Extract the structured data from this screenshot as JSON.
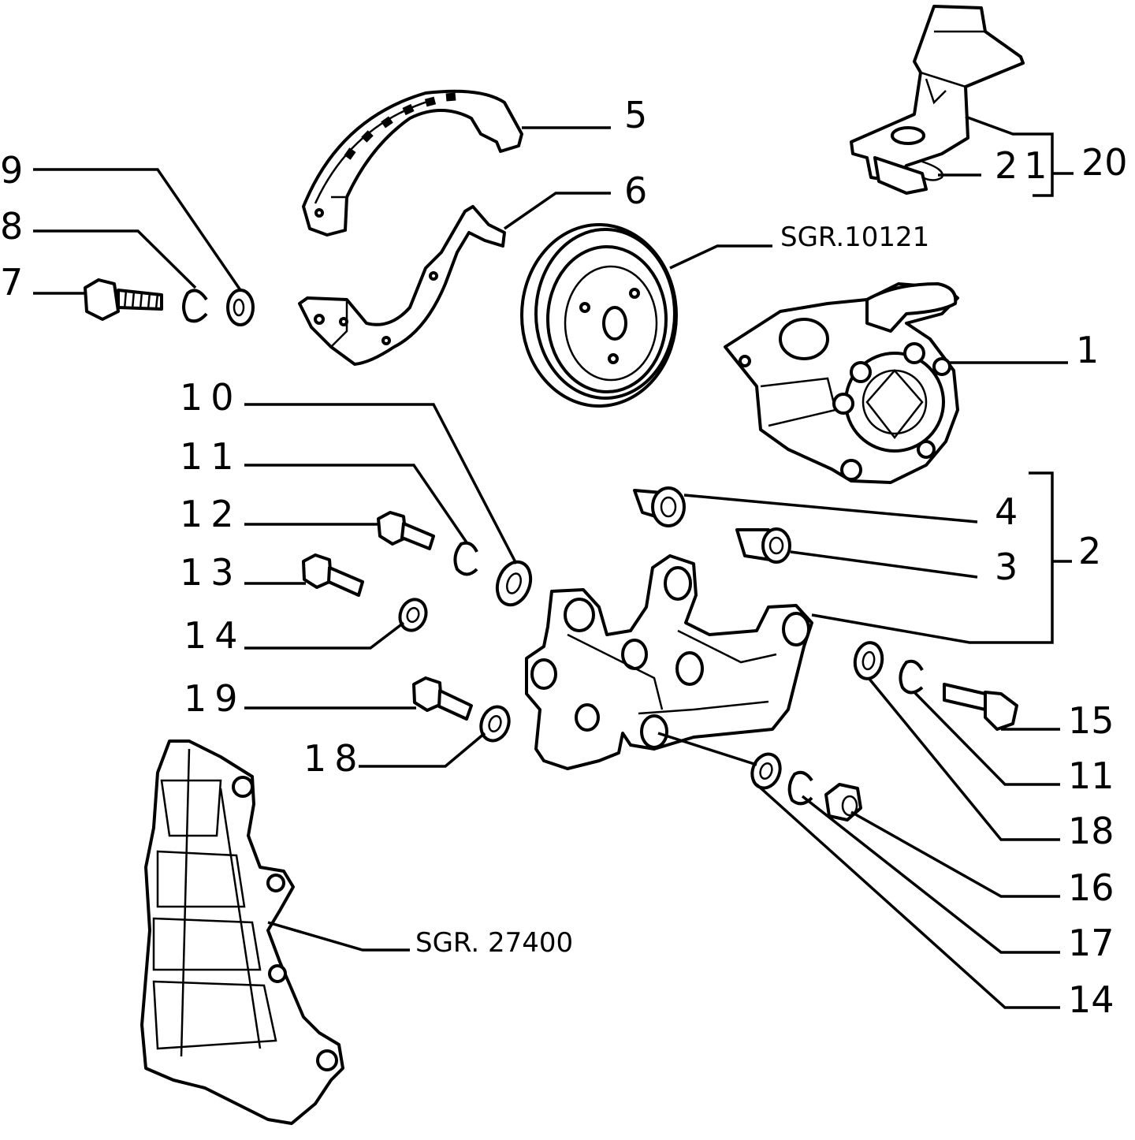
{
  "labels": {
    "p1": "1",
    "p2": "2",
    "p3": "3",
    "p4": "4",
    "p5": "5",
    "p6": "6",
    "p7": "7",
    "p8": "8",
    "p9": "9",
    "p10": "10",
    "p11a": "11",
    "p12": "12",
    "p13": "13",
    "p14a": "14",
    "p19": "19",
    "p18a": "18",
    "p15": "15",
    "p11b": "11",
    "p18b": "18",
    "p16": "16",
    "p17": "17",
    "p14b": "14",
    "p20": "20",
    "p21": "21"
  },
  "references": {
    "pulley": "SGR.10121",
    "bracket": "SGR. 27400"
  }
}
